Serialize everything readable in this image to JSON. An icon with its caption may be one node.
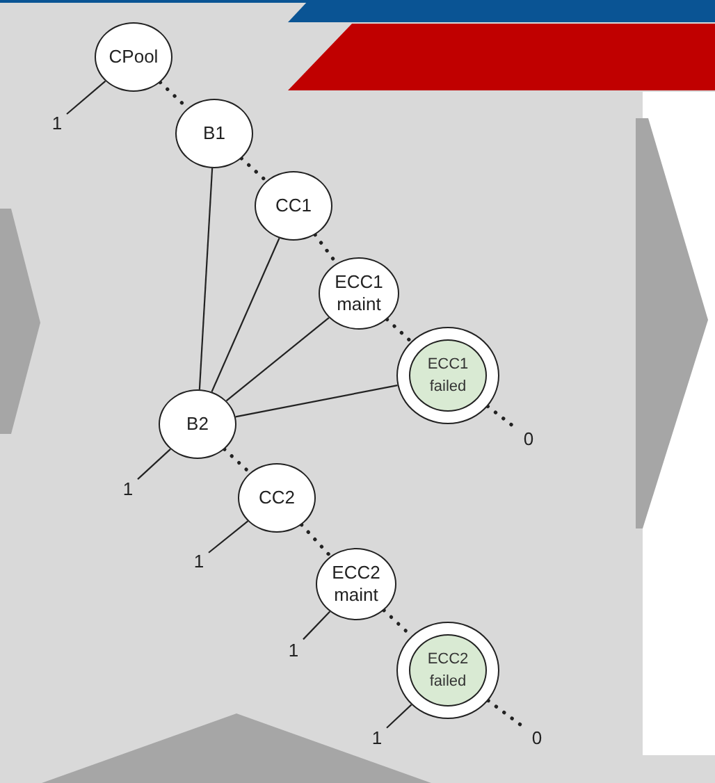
{
  "diagram": {
    "nodes": [
      {
        "text": [
          "CPool"
        ]
      },
      {
        "text": [
          "1"
        ]
      },
      {
        "text": [
          "B1"
        ]
      },
      {
        "text": [
          "CC1"
        ]
      },
      {
        "text": [
          "ECC1 maint"
        ]
      },
      {
        "text": [
          "ECC1 failed"
        ]
      },
      {
        "text": [
          "0"
        ]
      },
      {
        "text": [
          "B2"
        ]
      },
      {
        "text": [
          "1"
        ]
      },
      {
        "text": [
          "CC2"
        ]
      },
      {
        "text": [
          "1"
        ]
      },
      {
        "text": [
          "ECC2 maint"
        ]
      },
      {
        "text": [
          "1"
        ]
      },
      {
        "text": [
          "ECC2 failed"
        ]
      },
      {
        "text": [
          "1"
        ]
      },
      {
        "text": [
          "0"
        ]
      }
    ],
    "edges": [
      {
        "from": 0,
        "to": 2,
        "arrow": "none",
        "style": "dashed"
      },
      {
        "from": 2,
        "to": 3,
        "arrow": "none",
        "style": "dashed"
      },
      {
        "from": 3,
        "to": 4,
        "arrow": "none",
        "style": "dashed"
      },
      {
        "from": 4,
        "to": 5,
        "arrow": "none",
        "style": "dashed"
      },
      {
        "from": 5,
        "to": 6,
        "arrow": "none",
        "style": "dashed"
      },
      {
        "from": 0,
        "to": 1,
        "arrow": "none"
      },
      {
        "from": 7,
        "to": 2,
        "arrow": "none"
      },
      {
        "from": 7,
        "to": 3,
        "arrow": "none"
      },
      {
        "from": 7,
        "to": 4,
        "arrow": "none"
      },
      {
        "from": 7,
        "to": 5,
        "arrow": "none"
      },
      {
        "from": 7,
        "to": 8,
        "arrow": "none"
      },
      {
        "from": 7,
        "to": 9,
        "arrow": "none",
        "style": "dashed"
      },
      {
        "from": 9,
        "to": 10,
        "arrow": "none"
      },
      {
        "from": 9,
        "to": 11,
        "arrow": "none",
        "style": "dashed"
      },
      {
        "from": 11,
        "to": 12,
        "arrow": "none"
      },
      {
        "from": 11,
        "to": 13,
        "arrow": "none",
        "style": "dashed"
      },
      {
        "from": 13,
        "to": 14,
        "arrow": "none"
      },
      {
        "from": 13,
        "to": 15,
        "arrow": "none",
        "style": "dashed"
      }
    ]
  }
}
